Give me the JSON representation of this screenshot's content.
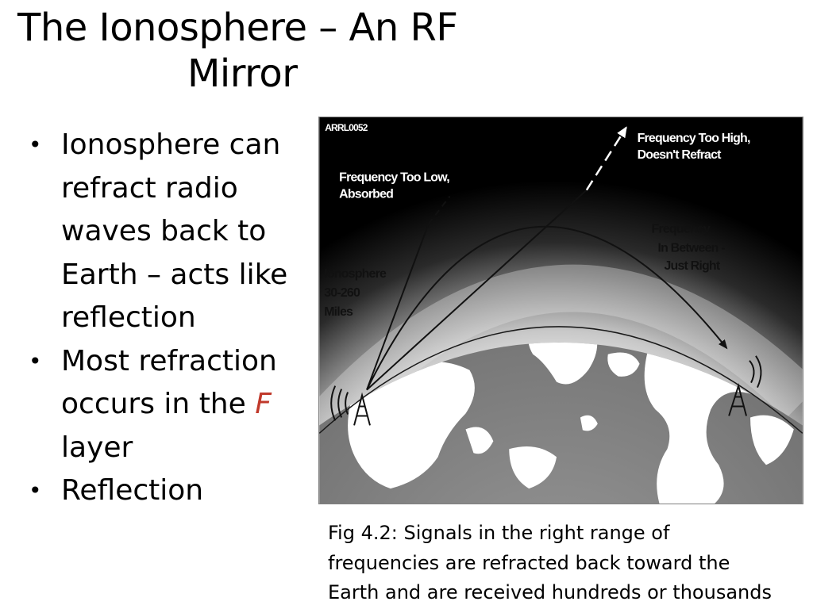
{
  "slide": {
    "title_line1": "The Ionosphere – An RF",
    "title_line2": "Mirror",
    "bullets": [
      {
        "text": "Ionosphere can refract radio waves back to Earth – acts like reflection"
      },
      {
        "text_before": "Most refraction occurs in the ",
        "accent": "F",
        "text_after": " layer"
      },
      {
        "text": "Reflection"
      }
    ],
    "bullet_glyph": "•",
    "accent_color": "#c0392b"
  },
  "figure": {
    "id_label": "ARRL0052",
    "label_high_1": "Frequency Too High,",
    "label_high_2": "Doesn't Refract",
    "label_low_1": "Frequency Too Low,",
    "label_low_2": "Absorbed",
    "label_mid_1": "Frequency",
    "label_mid_2": "In Between -",
    "label_mid_3": "Just Right",
    "label_iono_1": "Ionosphere",
    "label_iono_2": "30-260",
    "label_iono_3": "Miles",
    "icons": [
      "transmitter-tower-icon",
      "receiver-tower-icon"
    ]
  },
  "caption": {
    "line1": "Fig 4.2: Signals in the right range of",
    "line2": "frequencies are refracted back toward the",
    "line3": "Earth and are received hundreds or thousands"
  }
}
